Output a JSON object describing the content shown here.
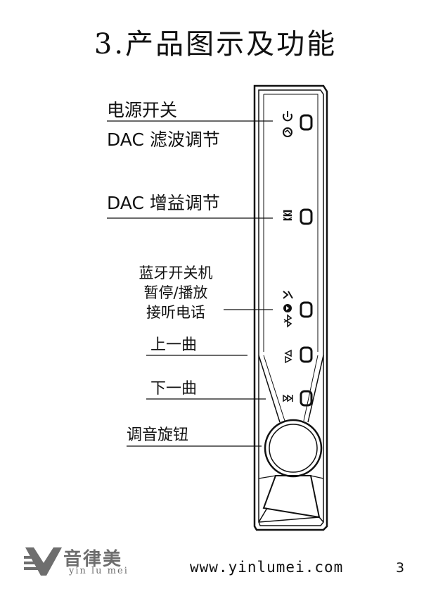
{
  "title": "3.产品图示及功能",
  "labels": {
    "power": "电源开关",
    "dac_filter": "DAC 滤波调节",
    "dac_gain": "DAC 增益调节",
    "bt_line1": "蓝牙开关机",
    "bt_line2": "暂停/播放",
    "bt_line3": "接听电话",
    "prev": "上一曲",
    "next": "下一曲",
    "knob": "调音旋钮"
  },
  "footer": {
    "logo_cn": "音律美",
    "logo_en": "yin lu mei",
    "url": "www.yinlumei.com",
    "page_number": "3"
  },
  "icons": [
    "power-icon",
    "filter-icon",
    "gain-icon",
    "bluetooth-play-call-icon",
    "previous-track-icon",
    "next-track-icon",
    "volume-knob",
    "yinlumei-logo"
  ]
}
